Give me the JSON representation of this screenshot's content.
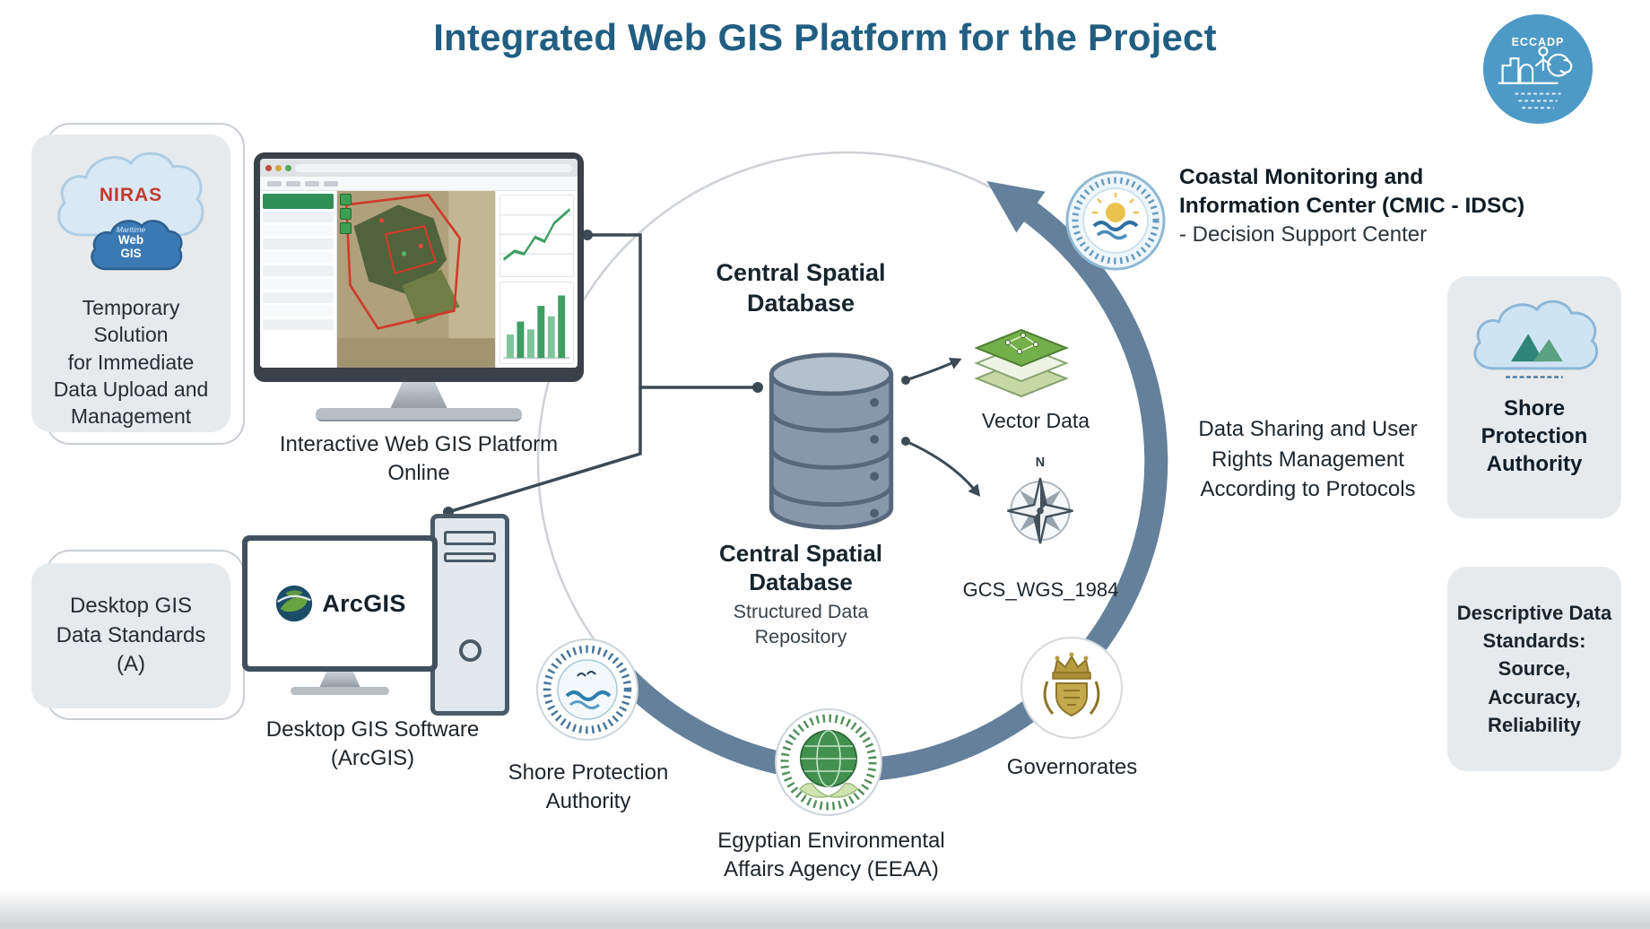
{
  "title": "Integrated Web GIS Platform for the Project",
  "eccadp": {
    "label": "ECCADP"
  },
  "left": {
    "temp_box_text": "Temporary Solution\nfor Immediate\nData Upload and\nManagement",
    "niras": "NIRAS",
    "cloud_maritime": "Maritime",
    "cloud_web_gis": "Web\nGIS",
    "web_monitor_label": "Interactive Web GIS Platform\nOnline",
    "standards_box_text": "Desktop GIS\nData Standards\n(A)",
    "arcgis_brand": "ArcGIS",
    "desktop_label": "Desktop GIS Software\n(ArcGIS)"
  },
  "center": {
    "db_heading": "Central Spatial\nDatabase",
    "db_caption": "Central Spatial\nDatabase",
    "db_subcaption": "Structured Data\nRepository",
    "vector_label": "Vector Data",
    "compass_north": "N",
    "gcs_label": "GCS_WGS_1984"
  },
  "right": {
    "cmic_title": "Coastal Monitoring and\nInformation Center (CMIC - IDSC)",
    "cmic_subtitle": "- Decision Support Center",
    "sharing_text": "Data Sharing and User\nRights Management\nAccording to Protocols",
    "shore_box_label": "Shore\nProtection\nAuthority",
    "descriptive_box_text": "Descriptive Data\nStandards:\nSource,\nAccuracy,\nReliability"
  },
  "partners": {
    "shore_label": "Shore Protection\nAuthority",
    "eeaa_label": "Egyptian Environmental\nAffairs Agency (EEAA)",
    "governorates_label": "Governorates"
  },
  "colors": {
    "title": "#215e82",
    "arc": "#64809b",
    "connector": "#3c4a55",
    "box_gray": "#e7eaec",
    "niras_red": "#c23a2e"
  }
}
